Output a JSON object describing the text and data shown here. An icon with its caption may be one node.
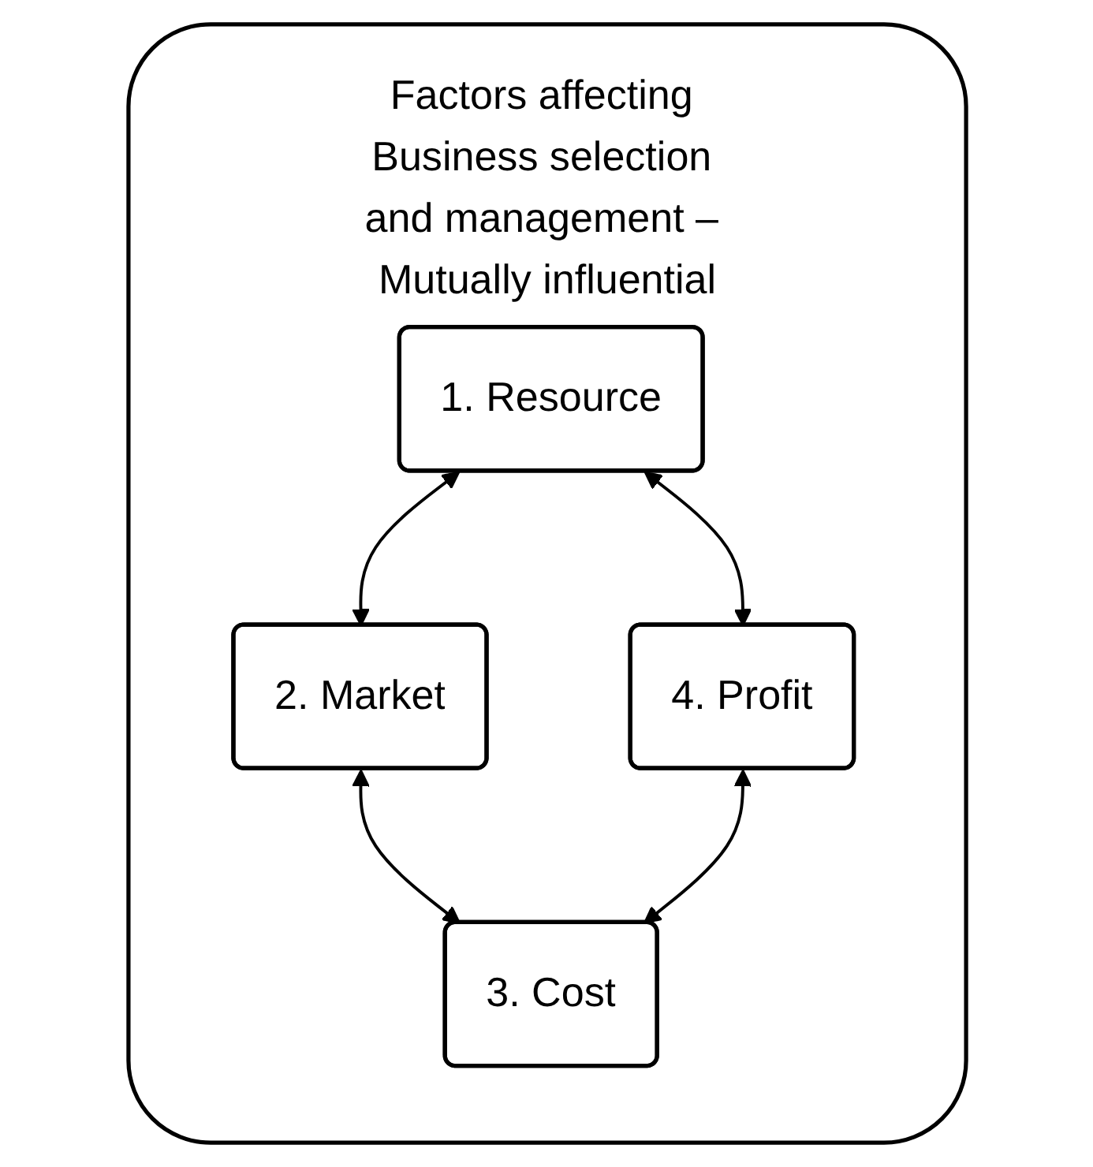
{
  "diagram": {
    "nodes": [
      {
        "text": [
          "Factors affecting Business selection and management – Mutually influential"
        ]
      },
      {
        "text": [
          "1. Resource"
        ],
        "in": 0
      },
      {
        "text": [
          "2. Market"
        ],
        "in": 0
      },
      {
        "text": [
          "3. Cost"
        ],
        "in": 0
      },
      {
        "text": [
          "4. Profit"
        ],
        "in": 0
      }
    ],
    "edges": [
      {
        "from": 1,
        "to": 2,
        "arrow": "both"
      },
      {
        "from": 2,
        "to": 3,
        "arrow": "both"
      },
      {
        "from": 3,
        "to": 4,
        "arrow": "both"
      },
      {
        "from": 4,
        "to": 1,
        "arrow": "both"
      }
    ]
  }
}
